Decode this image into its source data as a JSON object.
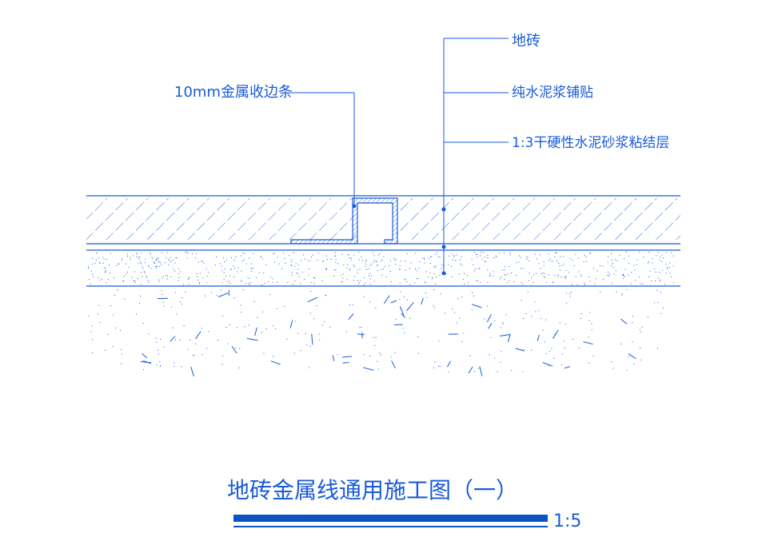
{
  "colors": {
    "line": "#1a5bd8",
    "title_bar": "#0a55c4",
    "background": "#ffffff"
  },
  "labels": {
    "tile": "地砖",
    "cement_paste": "纯水泥浆铺贴",
    "mortar_layer": "1:3干硬性水泥砂浆粘结层",
    "metal_strip": "10mm金属收边条"
  },
  "title": {
    "text": "地砖金属线通用施工图（一）",
    "scale": "1:5"
  }
}
